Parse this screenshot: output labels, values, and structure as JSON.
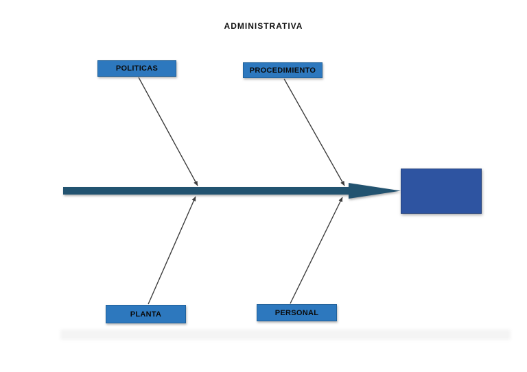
{
  "diagram": {
    "type": "fishbone-ishikawa",
    "title": "ADMINISTRATIVA",
    "categories": [
      {
        "label": "POLITICAS",
        "position": "top-left"
      },
      {
        "label": "PROCEDIMIENTO",
        "position": "top-right"
      },
      {
        "label": "PLANTA",
        "position": "bottom-left"
      },
      {
        "label": "PERSONAL",
        "position": "bottom-right"
      }
    ],
    "effect_box": {
      "label": ""
    },
    "colors": {
      "background": "#ffffff",
      "category_box_fill": "#2d78be",
      "category_box_border": "#20619a",
      "spine_fill": "#235270",
      "effect_box_fill": "#2e54a1",
      "effect_box_border": "#26437e",
      "branch_line": "#3d3d3d",
      "label_text": "#0a0a0a"
    }
  }
}
